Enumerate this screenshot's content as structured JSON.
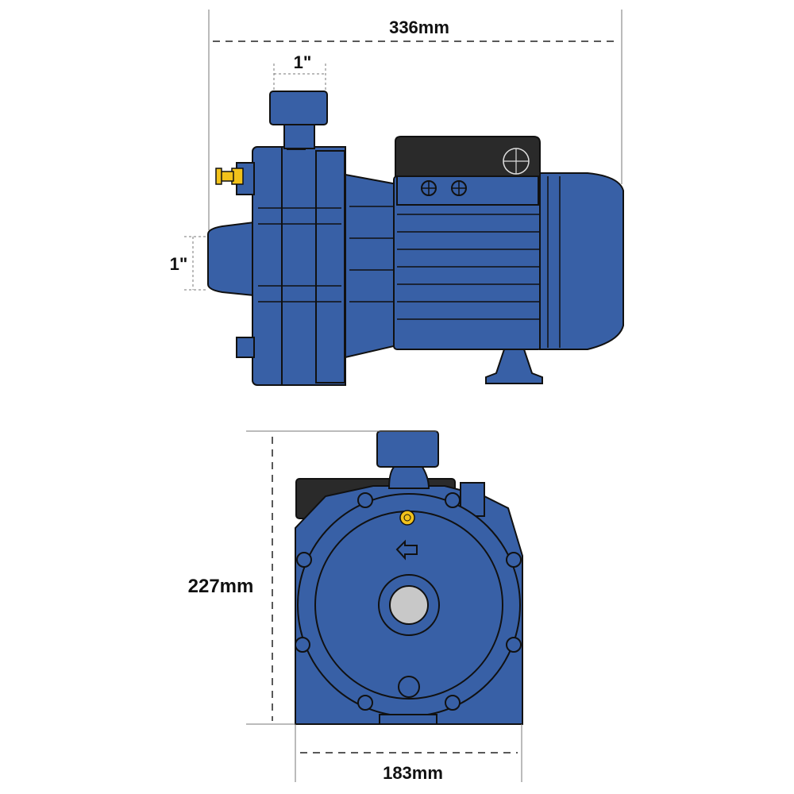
{
  "dimensions": {
    "overall_length": "336mm",
    "outlet_size": "1\"",
    "inlet_size": "1\"",
    "height": "227mm",
    "width": "183mm"
  },
  "colors": {
    "body": "#3860a6",
    "terminal_box": "#2a2a2a",
    "drain_plug": "#f2c21b",
    "inlet_bore": "#c8c8c8"
  }
}
